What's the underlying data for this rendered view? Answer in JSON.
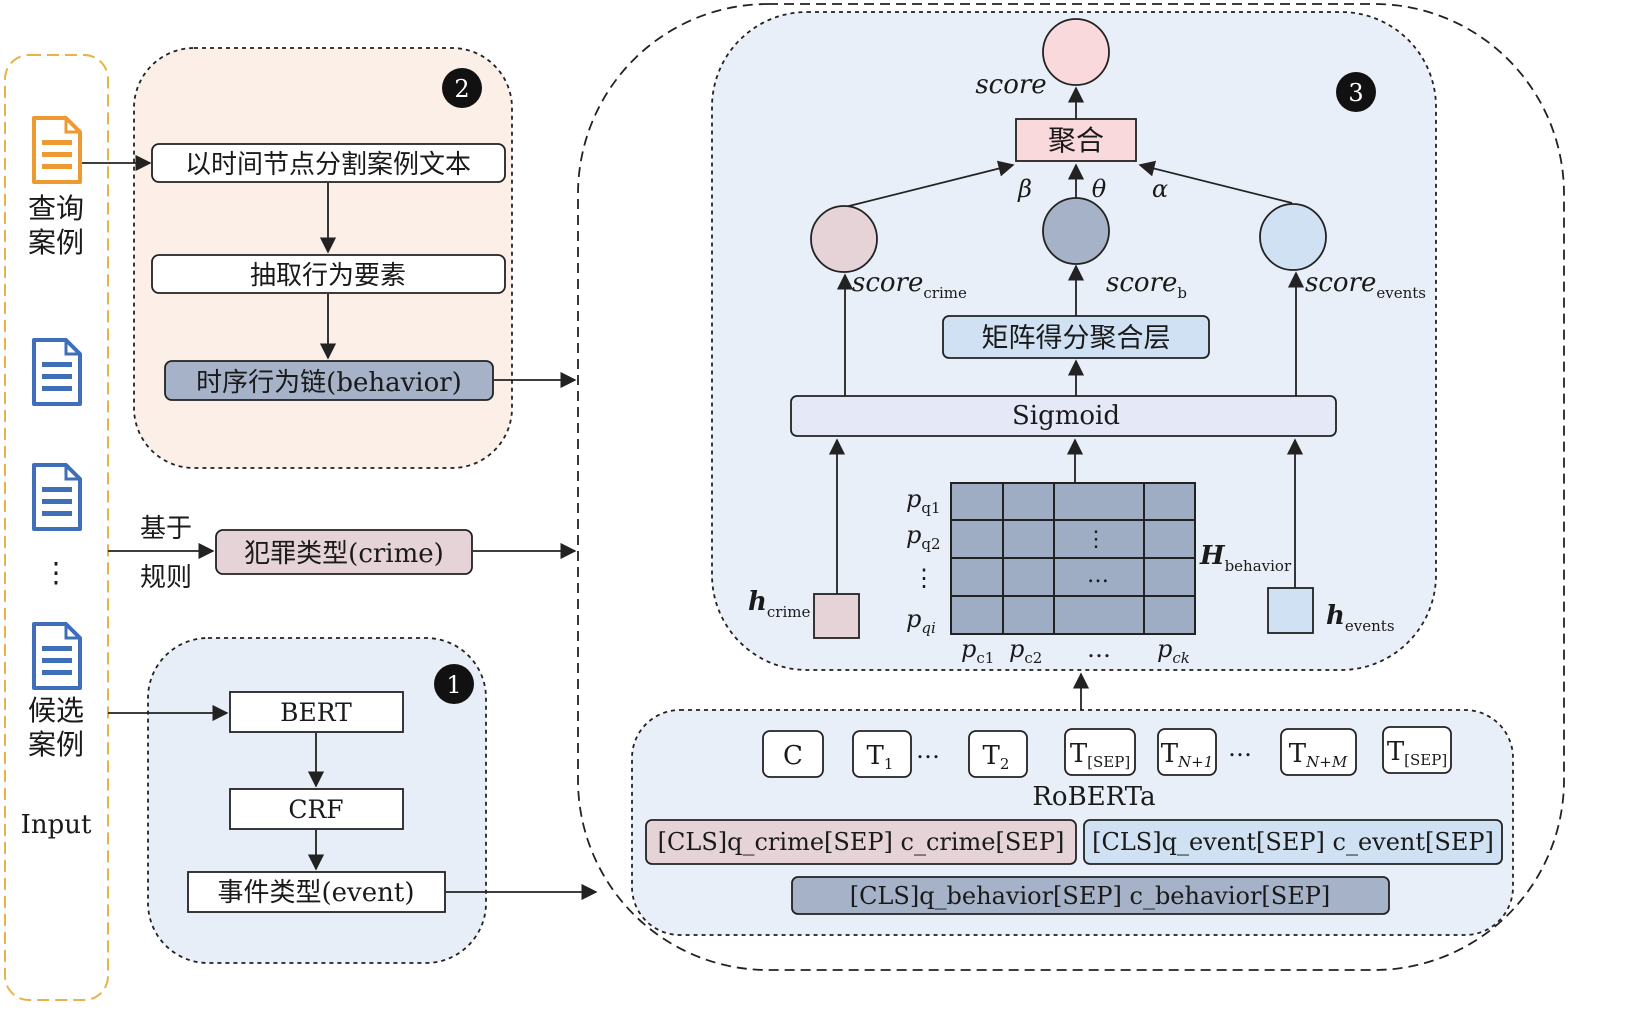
{
  "input_panel": {
    "query_label_1": "查询",
    "query_label_2": "案例",
    "vertical_dots": "⋮",
    "candidate_label_1": "候选",
    "candidate_label_2": "案例",
    "input_label": "Input"
  },
  "module2": {
    "badge": "2",
    "step1": "以时间节点分割案例文本",
    "step2": "抽取行为要素",
    "step3": "时序行为链(behavior)"
  },
  "rule_branch": {
    "label_top": "基于",
    "label_bottom": "规则",
    "crime_box": "犯罪类型(crime)"
  },
  "module1": {
    "badge": "1",
    "bert": "BERT",
    "crf": "CRF",
    "event_box": "事件类型(event)"
  },
  "module3": {
    "badge": "3",
    "score_label": "score",
    "aggregate": "聚合",
    "beta": "β",
    "theta": "θ",
    "alpha": "α",
    "score_crime_main": "score",
    "score_crime_sub": "crime",
    "score_b_main": "score",
    "score_b_sub": "b",
    "score_events_main": "score",
    "score_events_sub": "events",
    "matrix_layer": "矩阵得分聚合层",
    "sigmoid": "Sigmoid",
    "h_crime_main": "h",
    "h_crime_sub": "crime",
    "h_events_main": "h",
    "h_events_sub": "events",
    "h_behavior_main": "H",
    "h_behavior_sub": "behavior",
    "row_labels": [
      {
        "main": "p",
        "sub": "q1"
      },
      {
        "main": "p",
        "sub": "q2"
      },
      {
        "main": "⋮",
        "sub": ""
      },
      {
        "main": "p",
        "sub": "qi"
      }
    ],
    "col_labels": [
      {
        "main": "p",
        "sub": "c1"
      },
      {
        "main": "p",
        "sub": "c2"
      },
      {
        "main": "…",
        "sub": ""
      },
      {
        "main": "p",
        "sub": "ck"
      }
    ],
    "matrix_vdots": "⋮",
    "matrix_hdots": "…"
  },
  "roberta": {
    "tokens": [
      {
        "main": "C",
        "sub": ""
      },
      {
        "main": "T",
        "sub": "1"
      },
      {
        "main": "T",
        "sub": "2"
      },
      {
        "main": "T",
        "sub": "[SEP]"
      },
      {
        "main": "T",
        "sub": "N+1"
      },
      {
        "main": "T",
        "sub": "N+M"
      },
      {
        "main": "T",
        "sub": "[SEP]"
      }
    ],
    "dots": "…",
    "label": "RoBERTa",
    "input_crime": "[CLS]q_crime[SEP] c_crime[SEP]",
    "input_event": "[CLS]q_event[SEP] c_event[SEP]",
    "input_behavior": "[CLS]q_behavior[SEP] c_behavior[SEP]"
  },
  "colors": {
    "module2_bg": "#fbefe7",
    "module1_bg": "#e7eef7",
    "module3_bg": "#e9eff8",
    "crime_fill": "#e5d3d7",
    "behavior_fill": "#a5b2c8",
    "events_fill": "#cfe1f2",
    "score_fill": "#f9d9dc",
    "sigmoid_fill": "#e5e8f6",
    "matrix_fill": "#9eacc4",
    "doc_orange": "#ee9a33",
    "doc_blue": "#3e6fb8",
    "input_border": "#e6b34a"
  }
}
